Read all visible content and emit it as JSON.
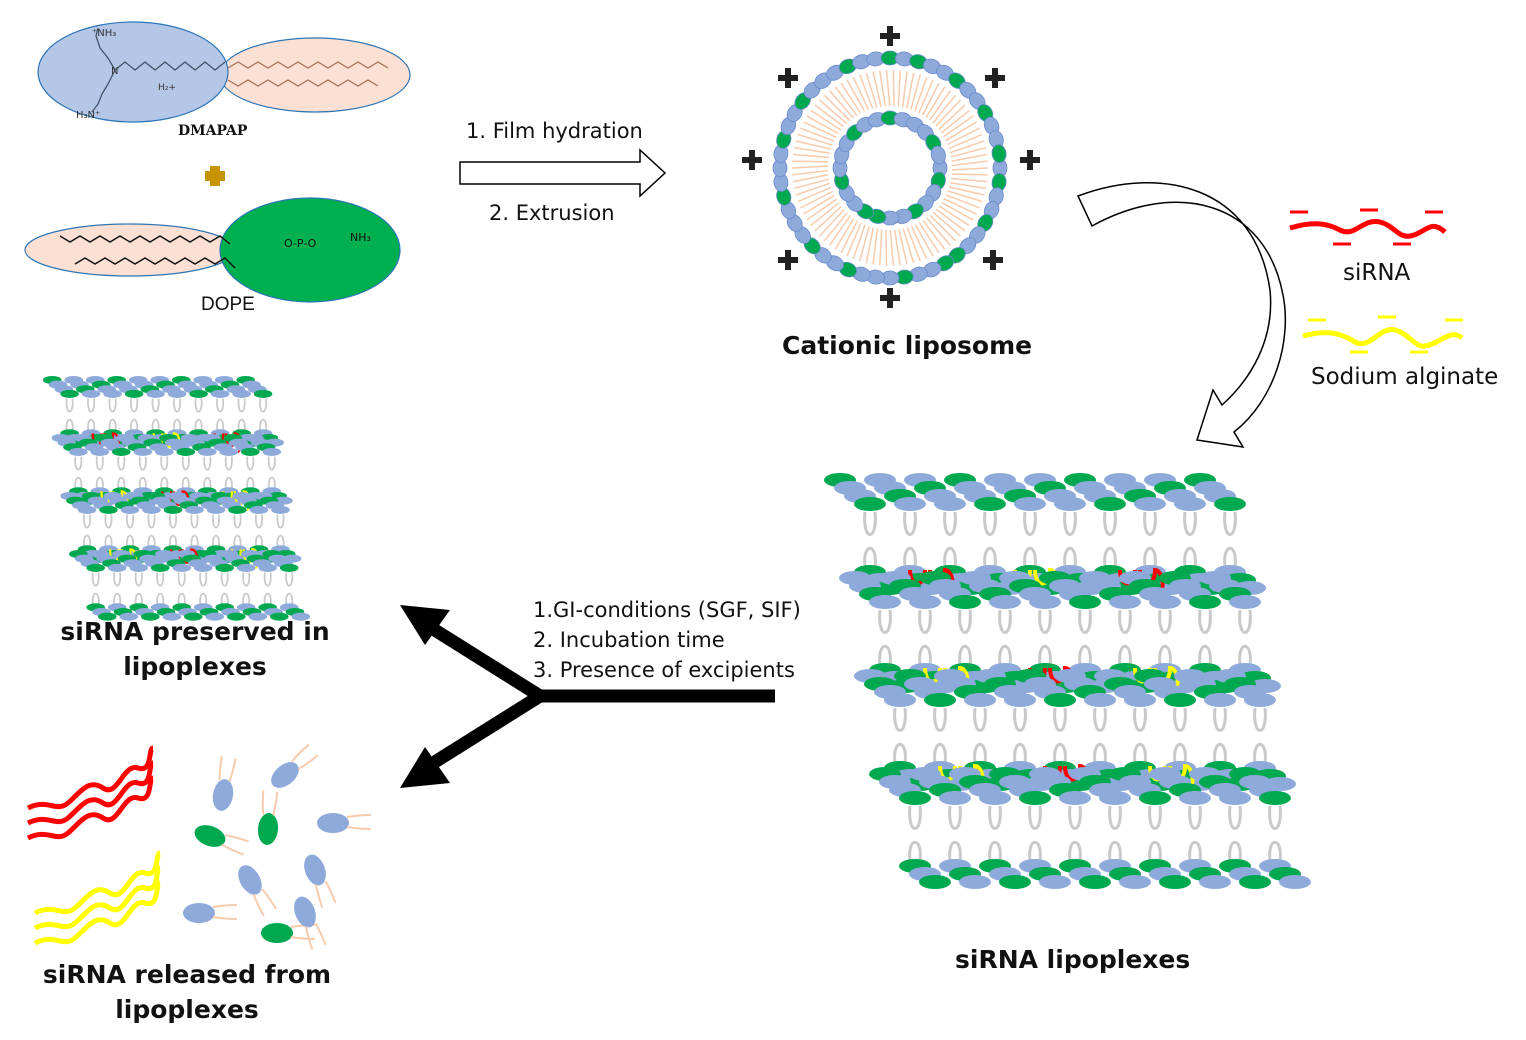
{
  "molecules": {
    "dmapap": {
      "name": "DMAPAP",
      "head_color": "#b4c7e7",
      "tail_color": "#fbe0d3"
    },
    "dope": {
      "name": "DOPE",
      "head_color": "#00b050",
      "tail_color": "#fbe0d3"
    }
  },
  "steps": {
    "film_hydration": "1. Film hydration",
    "extrusion": "2. Extrusion"
  },
  "cationic_liposome": {
    "label": "Cationic liposome",
    "charge_symbol": "+"
  },
  "legend": {
    "sirna": {
      "label": "siRNA",
      "color": "#ff0000"
    },
    "alginate": {
      "label": "Sodium alginate",
      "color": "#ffff00"
    }
  },
  "lipoplexes": {
    "label": "siRNA lipoplexes"
  },
  "conditions": [
    "1.GI-conditions (SGF, SIF)",
    "2. Incubation time",
    "3. Presence of excipients"
  ],
  "outcomes": {
    "preserved": {
      "line1": "siRNA preserved in",
      "line2": "lipoplexes"
    },
    "released": {
      "line1": "siRNA released from",
      "line2": "lipoplexes"
    }
  },
  "colors": {
    "blue_head": "#8eaadb",
    "green_head": "#00a850",
    "tail": "#f8cbad",
    "arrow": "#000000"
  }
}
